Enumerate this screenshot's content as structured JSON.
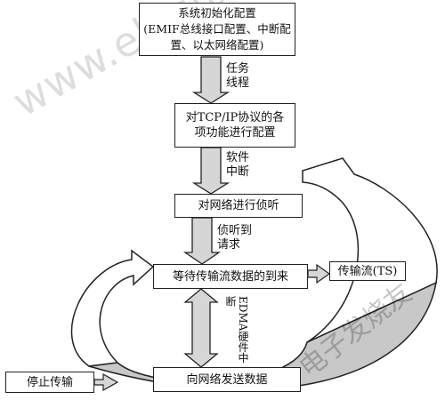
{
  "boxes": {
    "init": "系统初始化配置\n(EMIF总线接口配置、中断配\n置、以太网络配置)",
    "tcp": "对TCP/IP协议的各\n项功能进行配置",
    "listen": "对网络进行侦听",
    "wait": "等待传输流数据的到来",
    "send": "向网络发送数据",
    "ts": "传输流(TS)",
    "stop": "停止传输"
  },
  "arrow_labels": {
    "task": "任务\n线程",
    "soft": "软件\n中断",
    "req": "侦听到\n请求",
    "edma": "EDMA硬件中断"
  },
  "watermark": {
    "site": "www.elecfans.com",
    "brand": "电子发烧友"
  },
  "colors": {
    "arrow_fill": "#d6d6d6",
    "stroke": "#222222",
    "loop_fill": "#c8c8c8"
  }
}
